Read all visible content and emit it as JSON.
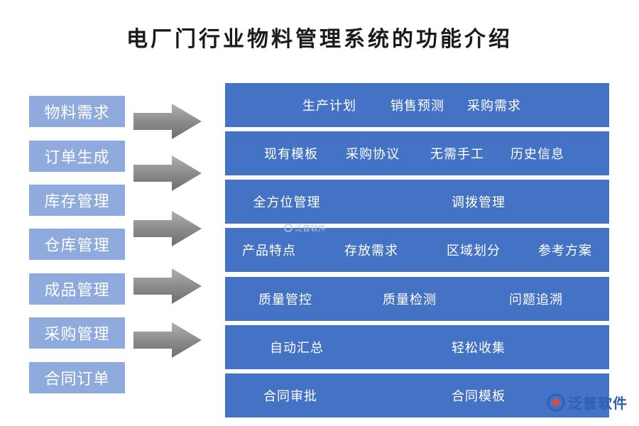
{
  "title": "电厂门行业物料管理系统的功能介绍",
  "modules": [
    "物料需求",
    "订单生成",
    "库存管理",
    "仓库管理",
    "成品管理",
    "采购管理",
    "合同订单"
  ],
  "bands": [
    [
      "生产计划",
      "销售预测",
      "采购需求"
    ],
    [
      "现有模板",
      "采购协议",
      "无需手工",
      "历史信息"
    ],
    [
      "全方位管理",
      "调拨管理"
    ],
    [
      "产品特点",
      "存放需求",
      "区域划分",
      "参考方案"
    ],
    [
      "质量管控",
      "质量检测",
      "问题追溯"
    ],
    [
      "自动汇总",
      "轻松收集"
    ],
    [
      "合同审批",
      "合同模板"
    ]
  ],
  "watermark": "泛普软件",
  "colors": {
    "module_bg": "#8faadc",
    "band_bg": "#4472c4",
    "arrow": "#8c8c8c",
    "text_light": "#ffffff",
    "title": "#1a1a1a",
    "logo": "#2d5fb3"
  }
}
